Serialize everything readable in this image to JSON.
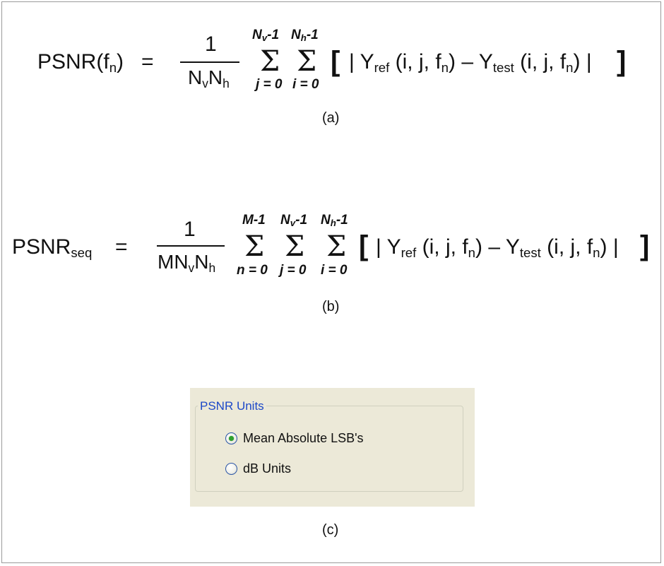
{
  "equation_a": {
    "lhs": "PSNR(f",
    "lhs_sub": "n",
    "lhs_close": ")",
    "equals": "=",
    "numerator": "1",
    "den_n1": "N",
    "den_n1_sub": "v",
    "den_n2": "N",
    "den_n2_sub": "h",
    "sum1_upper": "N",
    "sum1_upper_sub": "v",
    "sum1_upper_tail": "-1",
    "sum1_lower": "j = 0",
    "sum2_upper": "N",
    "sum2_upper_sub": "h",
    "sum2_upper_tail": "-1",
    "sum2_lower": "i = 0",
    "sigma": "Σ",
    "open_bracket": "[",
    "bar": "|",
    "y": "Y",
    "y_ref_sub": "ref",
    "args": "(i, j, f",
    "args_sub": "n",
    "args_close": ")",
    "minus": "–",
    "y_test_sub": "test",
    "close_bracket": "]",
    "caption": "(a)"
  },
  "equation_b": {
    "lhs": "PSNR",
    "lhs_sub": "seq",
    "equals": "=",
    "numerator": "1",
    "den": "MN",
    "den_sub1": "v",
    "den_n2": "N",
    "den_sub2": "h",
    "sum0_upper": "M-1",
    "sum0_lower": "n = 0",
    "sum1_upper": "N",
    "sum1_upper_sub": "v",
    "sum1_upper_tail": "-1",
    "sum1_lower": "j = 0",
    "sum2_upper": "N",
    "sum2_upper_sub": "h",
    "sum2_upper_tail": "-1",
    "sum2_lower": "i = 0",
    "sigma": "Σ",
    "open_bracket": "[",
    "bar": "|",
    "y": "Y",
    "y_ref_sub": "ref",
    "args": "(i, j, f",
    "args_sub": "n",
    "args_close": ")",
    "minus": "–",
    "y_test_sub": "test",
    "close_bracket": "]",
    "caption": "(b)"
  },
  "dialog": {
    "group_title": "PSNR Units",
    "options": [
      {
        "label": "Mean Absolute LSB's",
        "selected": true
      },
      {
        "label": "dB Units",
        "selected": false
      }
    ],
    "caption": "(c)",
    "colors": {
      "background": "#ece9d8",
      "group_title": "#1c48c8",
      "radio_dot": "#2fa12f"
    }
  }
}
